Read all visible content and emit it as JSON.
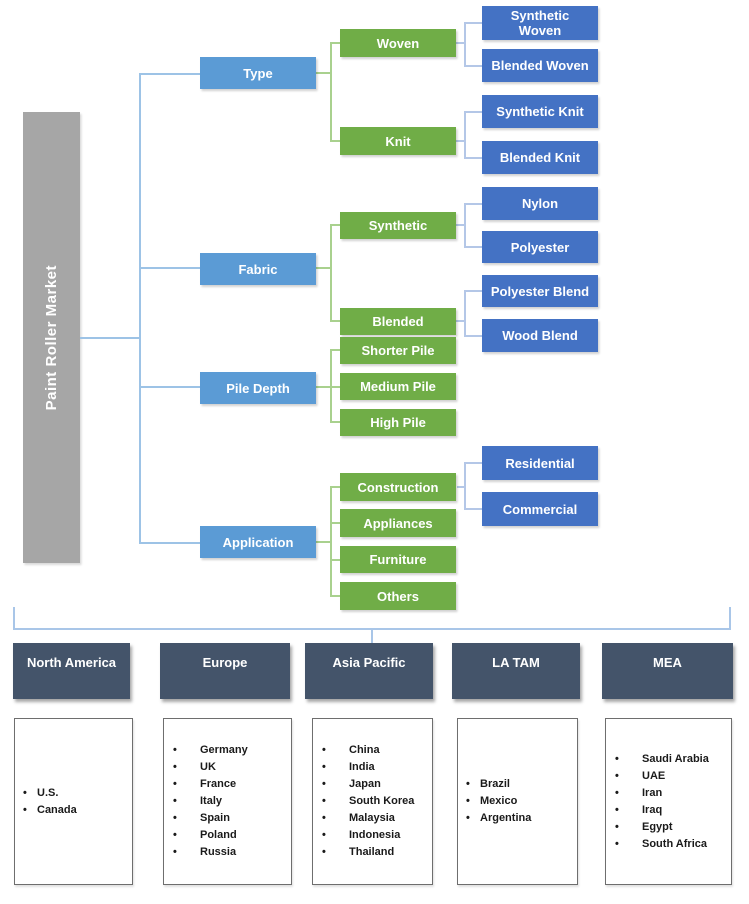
{
  "root": {
    "label": "Paint Roller Market"
  },
  "tree": {
    "categories": [
      {
        "label": "Type",
        "children": [
          {
            "label": "Woven",
            "children": [
              {
                "label": "Synthetic Woven"
              },
              {
                "label": "Blended Woven"
              }
            ]
          },
          {
            "label": "Knit",
            "children": [
              {
                "label": "Synthetic Knit"
              },
              {
                "label": "Blended Knit"
              }
            ]
          }
        ]
      },
      {
        "label": "Fabric",
        "children": [
          {
            "label": "Synthetic",
            "children": [
              {
                "label": "Nylon"
              },
              {
                "label": "Polyester"
              }
            ]
          },
          {
            "label": "Blended",
            "children": [
              {
                "label": "Polyester Blend"
              },
              {
                "label": "Wood Blend"
              }
            ]
          }
        ]
      },
      {
        "label": "Pile Depth",
        "children": [
          {
            "label": "Shorter Pile"
          },
          {
            "label": "Medium Pile"
          },
          {
            "label": "High Pile"
          }
        ]
      },
      {
        "label": "Application",
        "children": [
          {
            "label": "Construction",
            "children": [
              {
                "label": "Residential"
              },
              {
                "label": "Commercial"
              }
            ]
          },
          {
            "label": "Appliances"
          },
          {
            "label": "Furniture"
          },
          {
            "label": "Others"
          }
        ]
      }
    ]
  },
  "regions": [
    {
      "name": "North America",
      "countries": [
        "U.S.",
        "Canada"
      ]
    },
    {
      "name": "Europe",
      "countries": [
        "Germany",
        "UK",
        "France",
        "Italy",
        "Spain",
        "Poland",
        "Russia"
      ]
    },
    {
      "name": "Asia Pacific",
      "countries": [
        "China",
        "India",
        "Japan",
        "South Korea",
        "Malaysia",
        "Indonesia",
        "Thailand"
      ]
    },
    {
      "name": "LA TAM",
      "countries": [
        "Brazil",
        "Mexico",
        "Argentina"
      ]
    },
    {
      "name": "MEA",
      "countries": [
        "Saudi Arabia",
        "UAE",
        "Iran",
        "Iraq",
        "Egypt",
        "South Africa"
      ]
    }
  ],
  "colors": {
    "category_blue": "#5B9BD5",
    "subsegment_green": "#70AD47",
    "leaf_blue": "#4472C4",
    "region_header_slate": "#44546A",
    "root_gray": "#A6A6A6",
    "connector_blue": "#9DC3E6",
    "connector_green": "#A9D18E",
    "connector_periwinkle": "#B4C7E7"
  }
}
